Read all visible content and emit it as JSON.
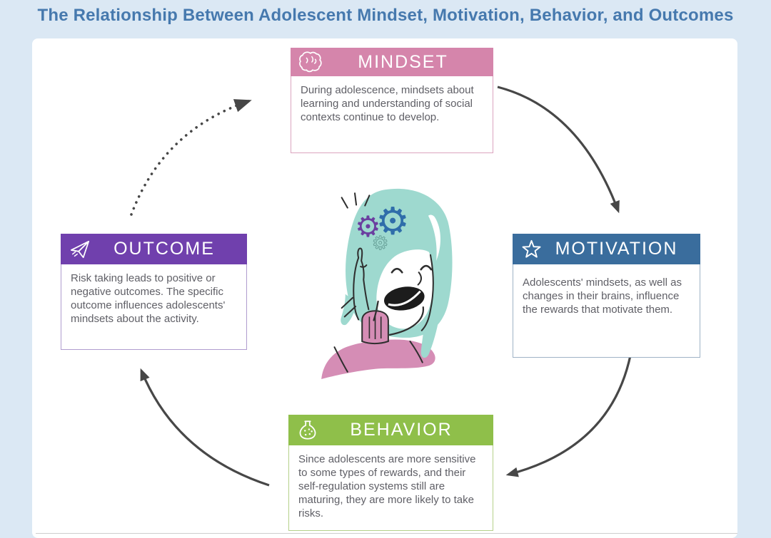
{
  "page": {
    "title": "The Relationship Between Adolescent Mindset, Motivation, Behavior, and Outcomes",
    "title_color": "#4679ae",
    "background_color": "#dbe8f4",
    "panel_color": "#ffffff",
    "arrow_color": "#474747"
  },
  "diagram": {
    "type": "cycle",
    "nodes": [
      {
        "id": "mindset",
        "label": "MINDSET",
        "icon": "brain-icon",
        "color": "#d585ab",
        "description": "During adolescence, mindsets about learning and understanding of social contexts continue to develop."
      },
      {
        "id": "motivation",
        "label": "MOTIVATION",
        "icon": "star-icon",
        "color": "#3a6d9d",
        "description": "Adolescents' mindsets, as well as changes in their brains, influence the rewards that motivate them."
      },
      {
        "id": "behavior",
        "label": "BEHAVIOR",
        "icon": "flask-icon",
        "color": "#8fbf4a",
        "description": "Since adolescents are more sensitive to some types of rewards, and their self-regulation systems still are maturing, they are more likely to take risks."
      },
      {
        "id": "outcome",
        "label": "OUTCOME",
        "icon": "paper-plane-icon",
        "color": "#7040ad",
        "description": "Risk taking leads to positive or negative outcomes. The specific outcome influences adolescents' mindsets about the activity."
      }
    ],
    "arrows": [
      {
        "from": "mindset",
        "to": "motivation",
        "style": "solid"
      },
      {
        "from": "motivation",
        "to": "behavior",
        "style": "solid"
      },
      {
        "from": "behavior",
        "to": "outcome",
        "style": "solid"
      },
      {
        "from": "outcome",
        "to": "mindset",
        "style": "dotted"
      }
    ],
    "center_illustration": {
      "subject": "adolescent girl with gears in her head",
      "hair_color": "#9ed9cf",
      "sweater_color": "#d58db5",
      "gear_colors": [
        "#2f6daa",
        "#6b3fa0"
      ]
    }
  }
}
